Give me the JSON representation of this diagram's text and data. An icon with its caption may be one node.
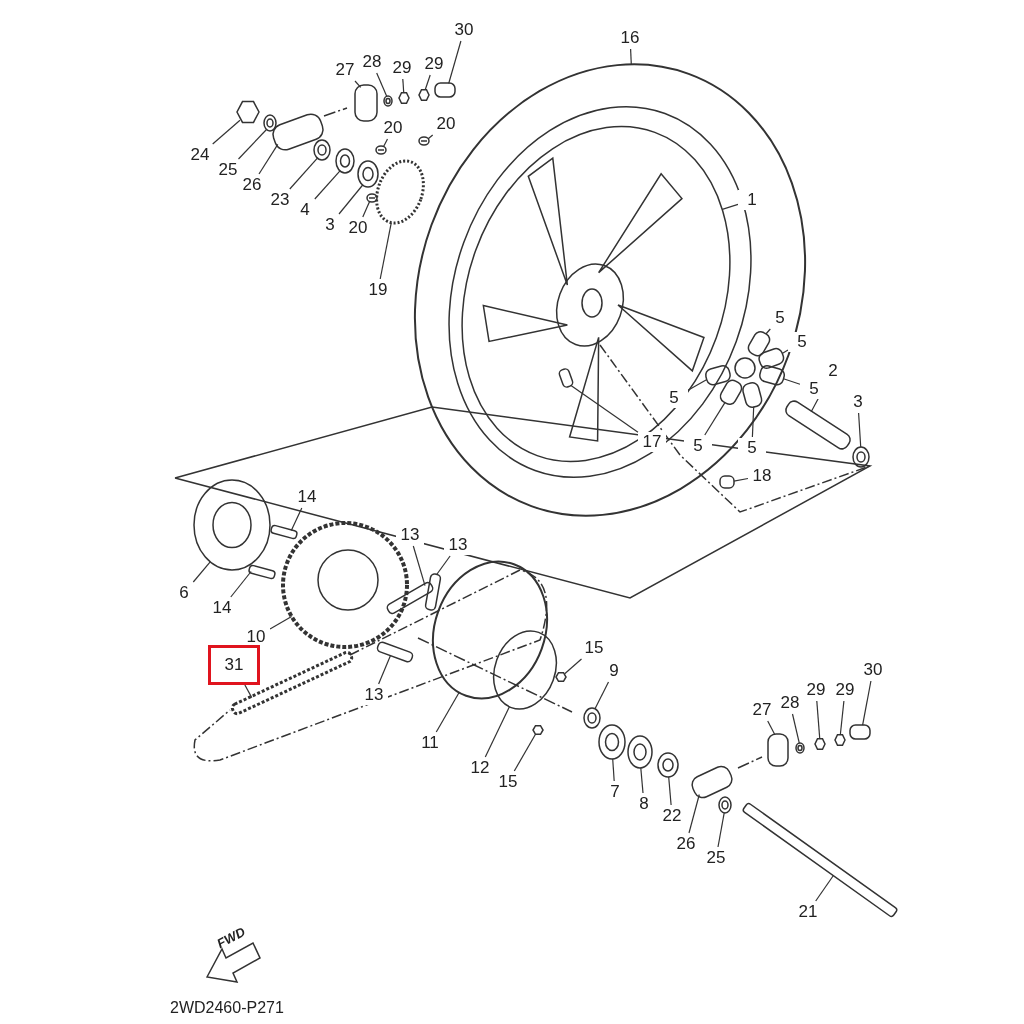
{
  "diagram": {
    "nodes": [
      {
        "text": [
          "30"
        ]
      },
      {
        "text": [
          "16"
        ]
      },
      {
        "text": [
          "27"
        ]
      },
      {
        "text": [
          "28"
        ]
      },
      {
        "text": [
          "29"
        ]
      },
      {
        "text": [
          "29"
        ]
      },
      {
        "text": [
          "20"
        ]
      },
      {
        "text": [
          "20"
        ]
      },
      {
        "text": [
          "24"
        ]
      },
      {
        "text": [
          "25"
        ]
      },
      {
        "text": [
          "26"
        ]
      },
      {
        "text": [
          "23"
        ]
      },
      {
        "text": [
          "4"
        ]
      },
      {
        "text": [
          "3"
        ]
      },
      {
        "text": [
          "20"
        ]
      },
      {
        "text": [
          "1"
        ]
      },
      {
        "text": [
          "19"
        ]
      },
      {
        "text": [
          "5"
        ]
      },
      {
        "text": [
          "5"
        ]
      },
      {
        "text": [
          "5"
        ]
      },
      {
        "text": [
          "2"
        ]
      },
      {
        "text": [
          "5"
        ]
      },
      {
        "text": [
          "3"
        ]
      },
      {
        "text": [
          "5"
        ]
      },
      {
        "text": [
          "5"
        ]
      },
      {
        "text": [
          "17"
        ]
      },
      {
        "text": [
          "18"
        ]
      },
      {
        "text": [
          "14"
        ]
      },
      {
        "text": [
          "13"
        ]
      },
      {
        "text": [
          "13"
        ]
      },
      {
        "text": [
          "6"
        ]
      },
      {
        "text": [
          "14"
        ]
      },
      {
        "text": [
          "10"
        ]
      },
      {
        "text": [
          "31"
        ]
      },
      {
        "text": [
          "15"
        ]
      },
      {
        "text": [
          "9"
        ]
      },
      {
        "text": [
          "13"
        ]
      },
      {
        "text": [
          "27"
        ]
      },
      {
        "text": [
          "28"
        ]
      },
      {
        "text": [
          "29"
        ]
      },
      {
        "text": [
          "29"
        ]
      },
      {
        "text": [
          "30"
        ]
      },
      {
        "text": [
          "11"
        ]
      },
      {
        "text": [
          "12"
        ]
      },
      {
        "text": [
          "15"
        ]
      },
      {
        "text": [
          "7"
        ]
      },
      {
        "text": [
          "8"
        ]
      },
      {
        "text": [
          "22"
        ]
      },
      {
        "text": [
          "26"
        ]
      },
      {
        "text": [
          "25"
        ]
      },
      {
        "text": [
          "21"
        ]
      },
      {
        "text": [],
        "shape": "box"
      },
      {
        "text": [],
        "shape": "box"
      },
      {
        "text": [],
        "shape": "picture"
      },
      {
        "text": [],
        "shape": "picture"
      },
      {
        "text": [],
        "shape": "picture"
      },
      {
        "text": [],
        "shape": "picture"
      },
      {
        "text": [],
        "shape": "picture"
      },
      {
        "text": [],
        "shape": "picture"
      },
      {
        "text": [],
        "shape": "picture"
      },
      {
        "text": [],
        "shape": "box"
      },
      {
        "text": [],
        "shape": "picture"
      },
      {
        "text": [],
        "shape": "picture"
      },
      {
        "text": [],
        "shape": "picture"
      },
      {
        "text": [],
        "shape": "picture"
      },
      {
        "text": [],
        "shape": "circle"
      },
      {
        "text": [],
        "shape": "box"
      },
      {
        "text": [],
        "shape": "box"
      },
      {
        "text": [],
        "shape": "box"
      },
      {
        "text": [],
        "shape": "box"
      },
      {
        "text": [],
        "shape": "box"
      },
      {
        "text": [],
        "shape": "picture"
      },
      {
        "text": [],
        "shape": "box"
      },
      {
        "text": [],
        "shape": "box"
      },
      {
        "text": [],
        "shape": "box"
      },
      {
        "text": [],
        "shape": "box"
      },
      {
        "text": [],
        "shape": "box"
      },
      {
        "text": [],
        "shape": "box"
      },
      {
        "text": [],
        "shape": "box"
      },
      {
        "text": [],
        "shape": "picture"
      },
      {
        "text": [],
        "shape": "box"
      },
      {
        "text": [],
        "shape": "picture"
      },
      {
        "text": [],
        "shape": "box"
      },
      {
        "text": [],
        "shape": "picture"
      },
      {
        "text": [],
        "shape": "picture"
      },
      {
        "text": [],
        "shape": "box"
      },
      {
        "text": [],
        "shape": "box"
      },
      {
        "text": [],
        "shape": "picture"
      },
      {
        "text": [],
        "shape": "picture"
      },
      {
        "text": [],
        "shape": "picture"
      },
      {
        "text": [],
        "shape": "box"
      },
      {
        "text": [],
        "shape": "circle"
      },
      {
        "text": [],
        "shape": "circle"
      },
      {
        "text": [],
        "shape": "picture"
      },
      {
        "text": [],
        "shape": "picture"
      },
      {
        "text": [],
        "shape": "picture"
      },
      {
        "text": [],
        "shape": "picture"
      },
      {
        "text": [],
        "shape": "box"
      },
      {
        "text": [],
        "shape": "picture"
      }
    ],
    "edges": [
      {
        "from": 0,
        "to": 51,
        "arrow": "none"
      },
      {
        "from": 1,
        "to": null,
        "arrow": "none"
      },
      {
        "from": 2,
        "to": 52,
        "arrow": "none"
      },
      {
        "from": 3,
        "to": 53,
        "arrow": "none"
      },
      {
        "from": 4,
        "to": 54,
        "arrow": "none"
      },
      {
        "from": 5,
        "to": 55,
        "arrow": "none"
      },
      {
        "from": 6,
        "to": 56,
        "arrow": "none"
      },
      {
        "from": 7,
        "to": 57,
        "arrow": "none"
      },
      {
        "from": 8,
        "to": 58,
        "arrow": "none"
      },
      {
        "from": 9,
        "to": 59,
        "arrow": "none"
      },
      {
        "from": 10,
        "to": 60,
        "arrow": "none"
      },
      {
        "from": 11,
        "to": 61,
        "arrow": "none"
      },
      {
        "from": 12,
        "to": 62,
        "arrow": "none"
      },
      {
        "from": 13,
        "to": 63,
        "arrow": "none"
      },
      {
        "from": 14,
        "to": 64,
        "arrow": "none"
      },
      {
        "from": 15,
        "to": null,
        "arrow": "none"
      },
      {
        "from": 16,
        "to": 65,
        "arrow": "none"
      },
      {
        "from": 17,
        "to": 66,
        "arrow": "none"
      },
      {
        "from": 18,
        "to": 67,
        "arrow": "none"
      },
      {
        "from": 19,
        "to": 68,
        "arrow": "none"
      },
      {
        "from": 20,
        "to": 69,
        "arrow": "none"
      },
      {
        "from": 21,
        "to": 70,
        "arrow": "none"
      },
      {
        "from": 22,
        "to": 71,
        "arrow": "none"
      },
      {
        "from": 23,
        "to": 72,
        "arrow": "none"
      },
      {
        "from": 24,
        "to": 73,
        "arrow": "none"
      },
      {
        "from": 25,
        "to": 74,
        "arrow": "none"
      },
      {
        "from": 26,
        "to": 75,
        "arrow": "none"
      },
      {
        "from": 27,
        "to": 76,
        "arrow": "none"
      },
      {
        "from": 28,
        "to": 77,
        "arrow": "none"
      },
      {
        "from": 29,
        "to": 78,
        "arrow": "none"
      },
      {
        "from": 30,
        "to": 79,
        "arrow": "none"
      },
      {
        "from": 31,
        "to": 80,
        "arrow": "none"
      },
      {
        "from": 32,
        "to": 81,
        "arrow": "none"
      },
      {
        "from": 33,
        "to": 82,
        "arrow": "none"
      },
      {
        "from": 34,
        "to": 83,
        "arrow": "none"
      },
      {
        "from": 35,
        "to": 84,
        "arrow": "none"
      },
      {
        "from": 36,
        "to": 85,
        "arrow": "none"
      },
      {
        "from": 37,
        "to": 86,
        "arrow": "none"
      },
      {
        "from": 38,
        "to": 87,
        "arrow": "none"
      },
      {
        "from": 39,
        "to": 88,
        "arrow": "none"
      },
      {
        "from": 40,
        "to": 89,
        "arrow": "none"
      },
      {
        "from": 41,
        "to": 90,
        "arrow": "none"
      },
      {
        "from": 42,
        "to": 91,
        "arrow": "none"
      },
      {
        "from": 43,
        "to": 92,
        "arrow": "none"
      },
      {
        "from": 44,
        "to": 93,
        "arrow": "none"
      },
      {
        "from": 45,
        "to": 94,
        "arrow": "none"
      },
      {
        "from": 46,
        "to": 95,
        "arrow": "none"
      },
      {
        "from": 47,
        "to": 96,
        "arrow": "none"
      },
      {
        "from": 48,
        "to": 97,
        "arrow": "none"
      },
      {
        "from": 49,
        "to": 98,
        "arrow": "none"
      },
      {
        "from": 50,
        "to": null,
        "arrow": "none"
      }
    ],
    "labels": [
      "FWD",
      "2WD2460-P271"
    ]
  }
}
